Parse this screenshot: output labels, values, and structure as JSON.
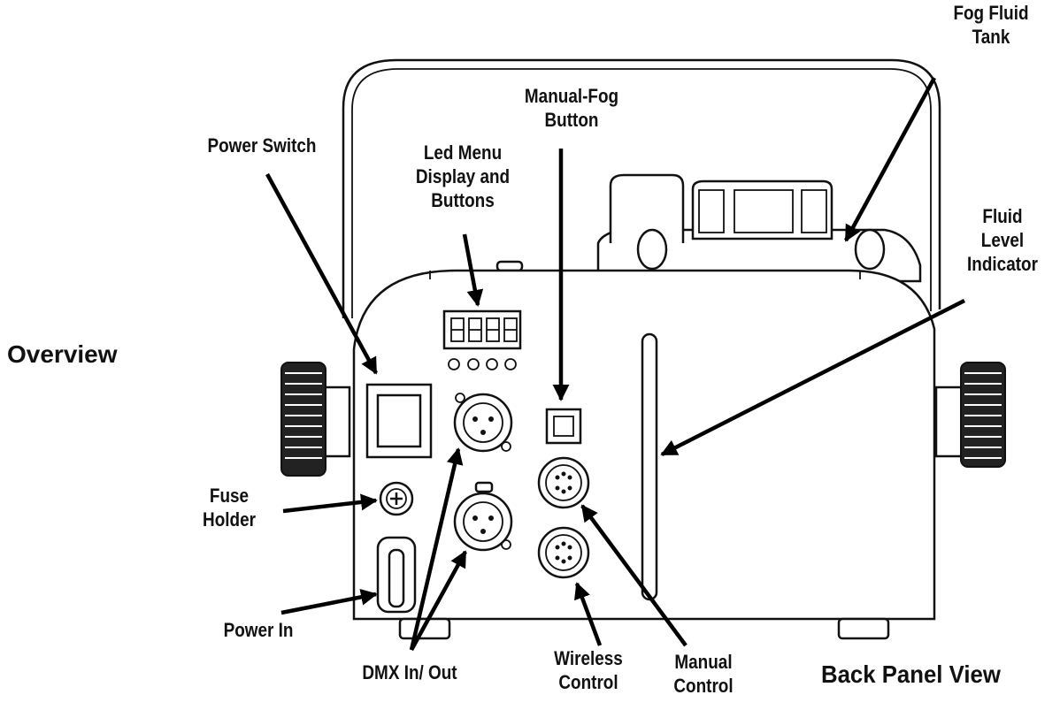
{
  "labels": {
    "overview": "Overview",
    "back_panel_view": "Back Panel View",
    "power_switch": "Power Switch",
    "led_menu": "Led Menu\nDisplay and\nButtons",
    "manual_fog_button": "Manual-Fog\nButton",
    "fog_fluid_tank": "Fog Fluid\nTank",
    "fluid_level_indicator": "Fluid\nLevel\nIndicator",
    "fuse_holder": "Fuse\nHolder",
    "power_in": "Power In",
    "dmx_in_out": "DMX In/ Out",
    "wireless_control": "Wireless\nControl",
    "manual_control": "Manual\nControl"
  },
  "colors": {
    "line": "#111111",
    "background": "#ffffff"
  }
}
